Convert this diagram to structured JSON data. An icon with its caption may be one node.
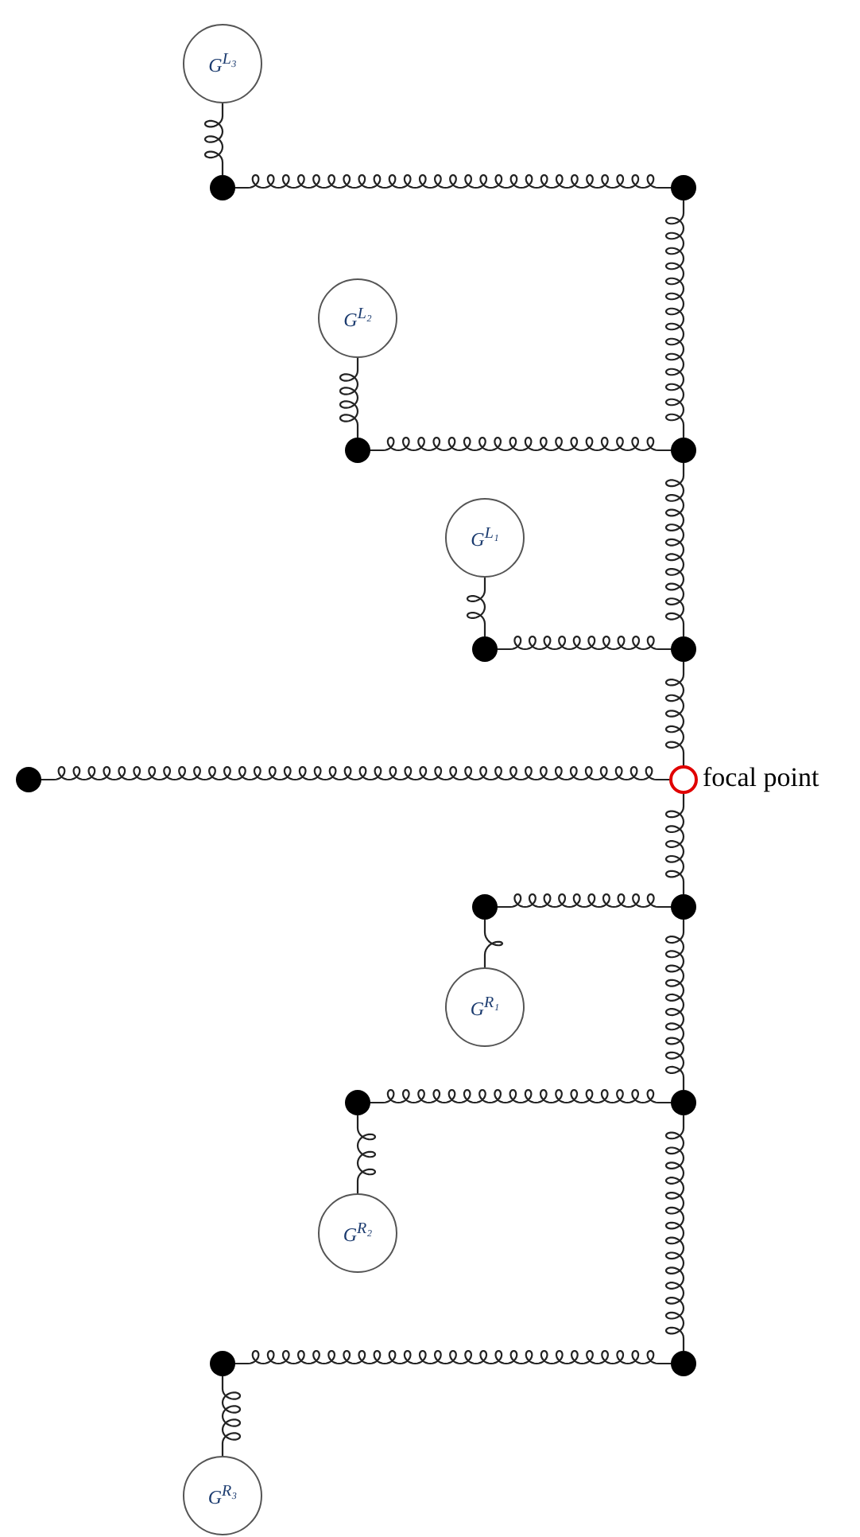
{
  "diagram": {
    "nodes": [
      {
        "text": [
          "G$^{L₃}$"
        ]
      },
      {
        "text": [],
        "shape": "circle"
      },
      {
        "text": [],
        "shape": "circle"
      },
      {
        "text": [
          "G$^{L₂}$"
        ]
      },
      {
        "text": [],
        "shape": "circle"
      },
      {
        "text": [],
        "shape": "circle"
      },
      {
        "text": [
          "G$^{L₁}$"
        ]
      },
      {
        "text": [],
        "shape": "circle"
      },
      {
        "text": [],
        "shape": "circle"
      },
      {
        "text": [],
        "shape": "circle"
      },
      {
        "text": [],
        "shape": "circle",
        "beside": [
          "focal point"
        ]
      },
      {
        "text": [],
        "shape": "circle"
      },
      {
        "text": [],
        "shape": "circle"
      },
      {
        "text": [
          "G$^{R₁}$"
        ]
      },
      {
        "text": [],
        "shape": "circle"
      },
      {
        "text": [],
        "shape": "circle"
      },
      {
        "text": [
          "G$^{R₂}$"
        ]
      },
      {
        "text": [],
        "shape": "circle"
      },
      {
        "text": [],
        "shape": "circle"
      },
      {
        "text": [
          "G$^{R₃}$"
        ]
      }
    ],
    "edges": [
      {
        "from": 0,
        "to": 1,
        "arrow": "none"
      },
      {
        "from": 1,
        "to": 2,
        "arrow": "none"
      },
      {
        "from": 2,
        "to": 5,
        "arrow": "none"
      },
      {
        "from": 3,
        "to": 4,
        "arrow": "none"
      },
      {
        "from": 4,
        "to": 5,
        "arrow": "none"
      },
      {
        "from": 5,
        "to": 8,
        "arrow": "none"
      },
      {
        "from": 6,
        "to": 7,
        "arrow": "none"
      },
      {
        "from": 7,
        "to": 8,
        "arrow": "none"
      },
      {
        "from": 8,
        "to": 10,
        "arrow": "none"
      },
      {
        "from": 9,
        "to": 10,
        "arrow": "none"
      },
      {
        "from": 10,
        "to": 12,
        "arrow": "none"
      },
      {
        "from": 11,
        "to": 12,
        "arrow": "none"
      },
      {
        "from": 13,
        "to": 11,
        "arrow": "none"
      },
      {
        "from": 12,
        "to": 15,
        "arrow": "none"
      },
      {
        "from": 14,
        "to": 15,
        "arrow": "none"
      },
      {
        "from": 16,
        "to": 14,
        "arrow": "none"
      },
      {
        "from": 15,
        "to": 18,
        "arrow": "none"
      },
      {
        "from": 17,
        "to": 18,
        "arrow": "none"
      },
      {
        "from": 19,
        "to": 17,
        "arrow": "none"
      }
    ]
  }
}
